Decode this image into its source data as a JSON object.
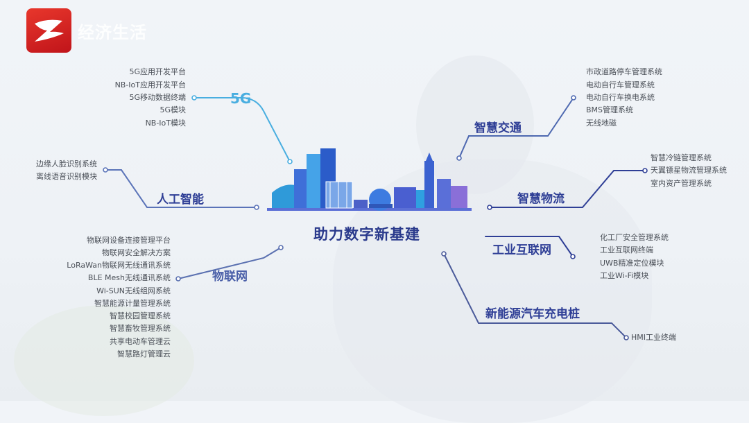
{
  "logo": {
    "text": "经济生活"
  },
  "center": {
    "title": "助力数字新基建"
  },
  "colors": {
    "primary": "#2f3a8f",
    "light_blue": "#3fa7dc",
    "mid_blue": "#4a63a8",
    "logo_red": "#d62621"
  },
  "nodes": {
    "g5": {
      "label": "5G",
      "items": [
        "5G应用开发平台",
        "NB-IoT应用开发平台",
        "5G移动数据终端",
        "5G模块",
        "NB-IoT模块"
      ]
    },
    "ai": {
      "label": "人工智能",
      "items": [
        "边缘人脸识别系统",
        "离线语音识别模块"
      ]
    },
    "iot": {
      "label": "物联网",
      "items": [
        "物联网设备连接管理平台",
        "物联网安全解决方案",
        "LoRaWan物联网无线通讯系统",
        "BLE Mesh无线通讯系统",
        "Wi-SUN无线组网系统",
        "智慧能源计量管理系统",
        "智慧校园管理系统",
        "智慧畜牧管理系统",
        "共享电动车管理云",
        "智慧路灯管理云"
      ]
    },
    "traffic": {
      "label": "智慧交通",
      "items": [
        "市政道路停车管理系统",
        "电动自行车管理系统",
        "电动自行车换电系统",
        "BMS管理系统",
        "无线地磁"
      ]
    },
    "logistics": {
      "label": "智慧物流",
      "items": [
        "智慧冷链管理系统",
        "天翼镖星物流管理系统",
        "室内资产管理系统"
      ]
    },
    "industry": {
      "label": "工业互联网",
      "items": [
        "化工厂安全管理系统",
        "工业互联网终端",
        "UWB精准定位模块",
        "工业Wi-Fi模块"
      ]
    },
    "ev": {
      "label": "新能源汽车充电桩",
      "items": [
        "HMI工业终端"
      ]
    }
  }
}
